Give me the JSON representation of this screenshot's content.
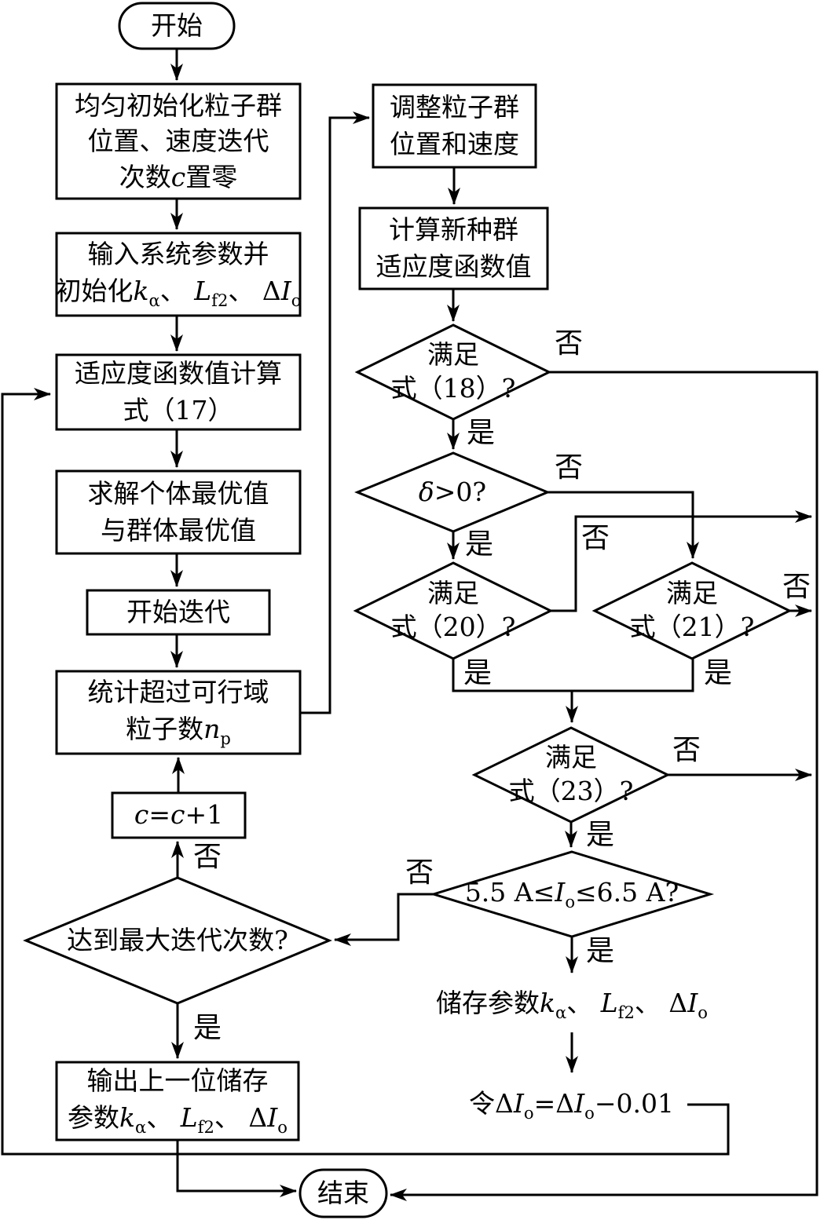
{
  "colors": {
    "background": "#ffffff",
    "stroke": "#000000"
  },
  "branch_labels": {
    "yes": "是",
    "no": "否"
  },
  "nodes": {
    "start": {
      "label": "开始"
    },
    "end": {
      "label": "结束"
    },
    "init": {
      "lines": [
        [
          {
            "t": "均匀初始化粒子群"
          }
        ],
        [
          {
            "t": "位置、速度迭代"
          }
        ],
        [
          {
            "t": "次数"
          },
          {
            "t": "c",
            "s": "i"
          },
          {
            "t": "置零"
          }
        ]
      ]
    },
    "input": {
      "lines": [
        [
          {
            "t": "输入系统参数并"
          }
        ],
        [
          {
            "t": "初始化"
          },
          {
            "t": "k",
            "s": "i"
          },
          {
            "t": "α",
            "s": "sub"
          },
          {
            "t": "、 "
          },
          {
            "t": "L",
            "s": "i"
          },
          {
            "t": "f2",
            "s": "sub"
          },
          {
            "t": "、 Δ"
          },
          {
            "t": "I",
            "s": "i"
          },
          {
            "t": "o",
            "s": "sub"
          }
        ]
      ]
    },
    "fitness": {
      "lines": [
        [
          {
            "t": "适应度函数值计算"
          }
        ],
        [
          {
            "t": "式（17）"
          }
        ]
      ]
    },
    "best": {
      "lines": [
        [
          {
            "t": "求解个体最优值"
          }
        ],
        [
          {
            "t": "与群体最优值"
          }
        ]
      ]
    },
    "iterstart": {
      "lines": [
        [
          {
            "t": "开始迭代"
          }
        ]
      ]
    },
    "count": {
      "lines": [
        [
          {
            "t": "统计超过可行域"
          }
        ],
        [
          {
            "t": "粒子数"
          },
          {
            "t": "n",
            "s": "i"
          },
          {
            "t": "p",
            "s": "sub"
          }
        ]
      ]
    },
    "cinc": {
      "lines": [
        [
          {
            "t": "c",
            "s": "i"
          },
          {
            "t": "="
          },
          {
            "t": "c",
            "s": "i"
          },
          {
            "t": "+1"
          }
        ]
      ]
    },
    "maxiter": {
      "lines": [
        [
          {
            "t": "达到最大迭代次数?"
          }
        ]
      ]
    },
    "output": {
      "lines": [
        [
          {
            "t": "输出上一位储存"
          }
        ],
        [
          {
            "t": "参数"
          },
          {
            "t": "k",
            "s": "i"
          },
          {
            "t": "α",
            "s": "sub"
          },
          {
            "t": "、 "
          },
          {
            "t": "L",
            "s": "i"
          },
          {
            "t": "f2",
            "s": "sub"
          },
          {
            "t": "、 Δ"
          },
          {
            "t": "I",
            "s": "i"
          },
          {
            "t": "o",
            "s": "sub"
          }
        ]
      ]
    },
    "adjust": {
      "lines": [
        [
          {
            "t": "调整粒子群"
          }
        ],
        [
          {
            "t": "位置和速度"
          }
        ]
      ]
    },
    "newfit": {
      "lines": [
        [
          {
            "t": "计算新种群"
          }
        ],
        [
          {
            "t": "适应度函数值"
          }
        ]
      ]
    },
    "eq18": {
      "lines": [
        [
          {
            "t": "满足"
          }
        ],
        [
          {
            "t": "式（18）?"
          }
        ]
      ]
    },
    "delta": {
      "lines": [
        [
          {
            "t": "δ",
            "s": "i"
          },
          {
            "t": ">0?"
          }
        ]
      ]
    },
    "eq20": {
      "lines": [
        [
          {
            "t": "满足"
          }
        ],
        [
          {
            "t": "式（20）?"
          }
        ]
      ]
    },
    "eq21": {
      "lines": [
        [
          {
            "t": "满足"
          }
        ],
        [
          {
            "t": "式（21）?"
          }
        ]
      ]
    },
    "eq23": {
      "lines": [
        [
          {
            "t": "满足"
          }
        ],
        [
          {
            "t": "式（23）?"
          }
        ]
      ]
    },
    "current": {
      "lines": [
        [
          {
            "t": "5.5 A≤"
          },
          {
            "t": "I",
            "s": "i"
          },
          {
            "t": "o",
            "s": "sub"
          },
          {
            "t": "≤6.5 A?"
          }
        ]
      ]
    },
    "store": {
      "lines": [
        [
          {
            "t": "储存参数"
          },
          {
            "t": "k",
            "s": "i"
          },
          {
            "t": "α",
            "s": "sub"
          },
          {
            "t": "、 "
          },
          {
            "t": "L",
            "s": "i"
          },
          {
            "t": "f2",
            "s": "sub"
          },
          {
            "t": "、 Δ"
          },
          {
            "t": "I",
            "s": "i"
          },
          {
            "t": "o",
            "s": "sub"
          }
        ]
      ]
    },
    "decrement": {
      "lines": [
        [
          {
            "t": "令Δ"
          },
          {
            "t": "I",
            "s": "i"
          },
          {
            "t": "o",
            "s": "sub"
          },
          {
            "t": "=Δ"
          },
          {
            "t": "I",
            "s": "i"
          },
          {
            "t": "o",
            "s": "sub"
          },
          {
            "t": "−0.01"
          }
        ]
      ]
    }
  }
}
